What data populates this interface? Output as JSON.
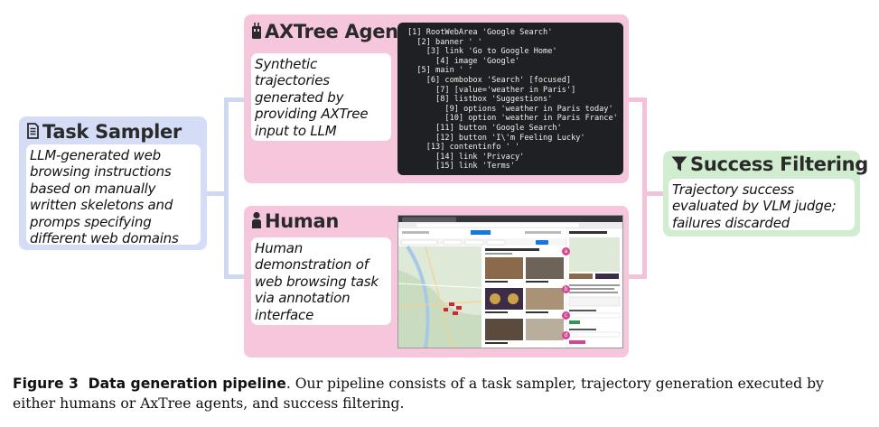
{
  "panels": {
    "task_sampler": {
      "title": "Task Sampler",
      "description": "LLM-generated web browsing instructions based on manually written skeletons and promps specifying different web domains",
      "icon": "document-icon"
    },
    "axtree_agent": {
      "title": "AXTree Agent",
      "description": "Synthetic trajectories generated by providing AXTree input to LLM",
      "icon": "robot-icon"
    },
    "human": {
      "title": "Human",
      "description": "Human demonstration of web browsing task via annotation interface",
      "icon": "person-icon"
    },
    "success_filtering": {
      "title": "Success Filtering",
      "description": "Trajectory success evaluated by VLM judge; failures discarded",
      "icon": "filter-icon"
    }
  },
  "axtree_code": [
    "[1] RootWebArea 'Google Search'",
    "  [2] banner ' '",
    "    [3] link 'Go to Google Home'",
    "      [4] image 'Google'",
    "  [5] main ' '",
    "    [6] combobox 'Search' [focused]",
    "      [7] [value='weather in Paris']",
    "      [8] listbox 'Suggestions'",
    "        [9] options 'weather in Paris today'",
    "        [10] option 'weather in Paris France'",
    "      [11] button 'Google Search'",
    "      [12] button 'I\\'m Feeling Lucky'",
    "    [13] contentinfo ' '",
    "      [14] link 'Privacy'",
    "      [15] link 'Terms'"
  ],
  "screenshot": {
    "tab_title": "Montreal QC Real Estate - Montr...",
    "url": "https://www.zillow.com/montreal-qc/?searchQueryState=%7B%22isMapVisible%22%3Atrue...",
    "site_logo": "Zillow",
    "tool_title": "Web Task Annotation Tool",
    "listings_heading": "Montreal QC Real Estate & Homes For Sale",
    "markers": [
      "a",
      "b",
      "c",
      "d"
    ],
    "accent_color": "#d64591"
  },
  "caption": {
    "figure_label": "Figure 3",
    "figure_title": "Data generation pipeline",
    "text": ". Our pipeline consists of a task sampler, trajectory generation executed by either humans or AxTree agents, and success filtering."
  },
  "colors": {
    "sampler_bg": "#d5ddf6",
    "agent_bg": "#f6c7dc",
    "filter_bg": "#d0edd0",
    "code_bg": "#1f2023"
  }
}
